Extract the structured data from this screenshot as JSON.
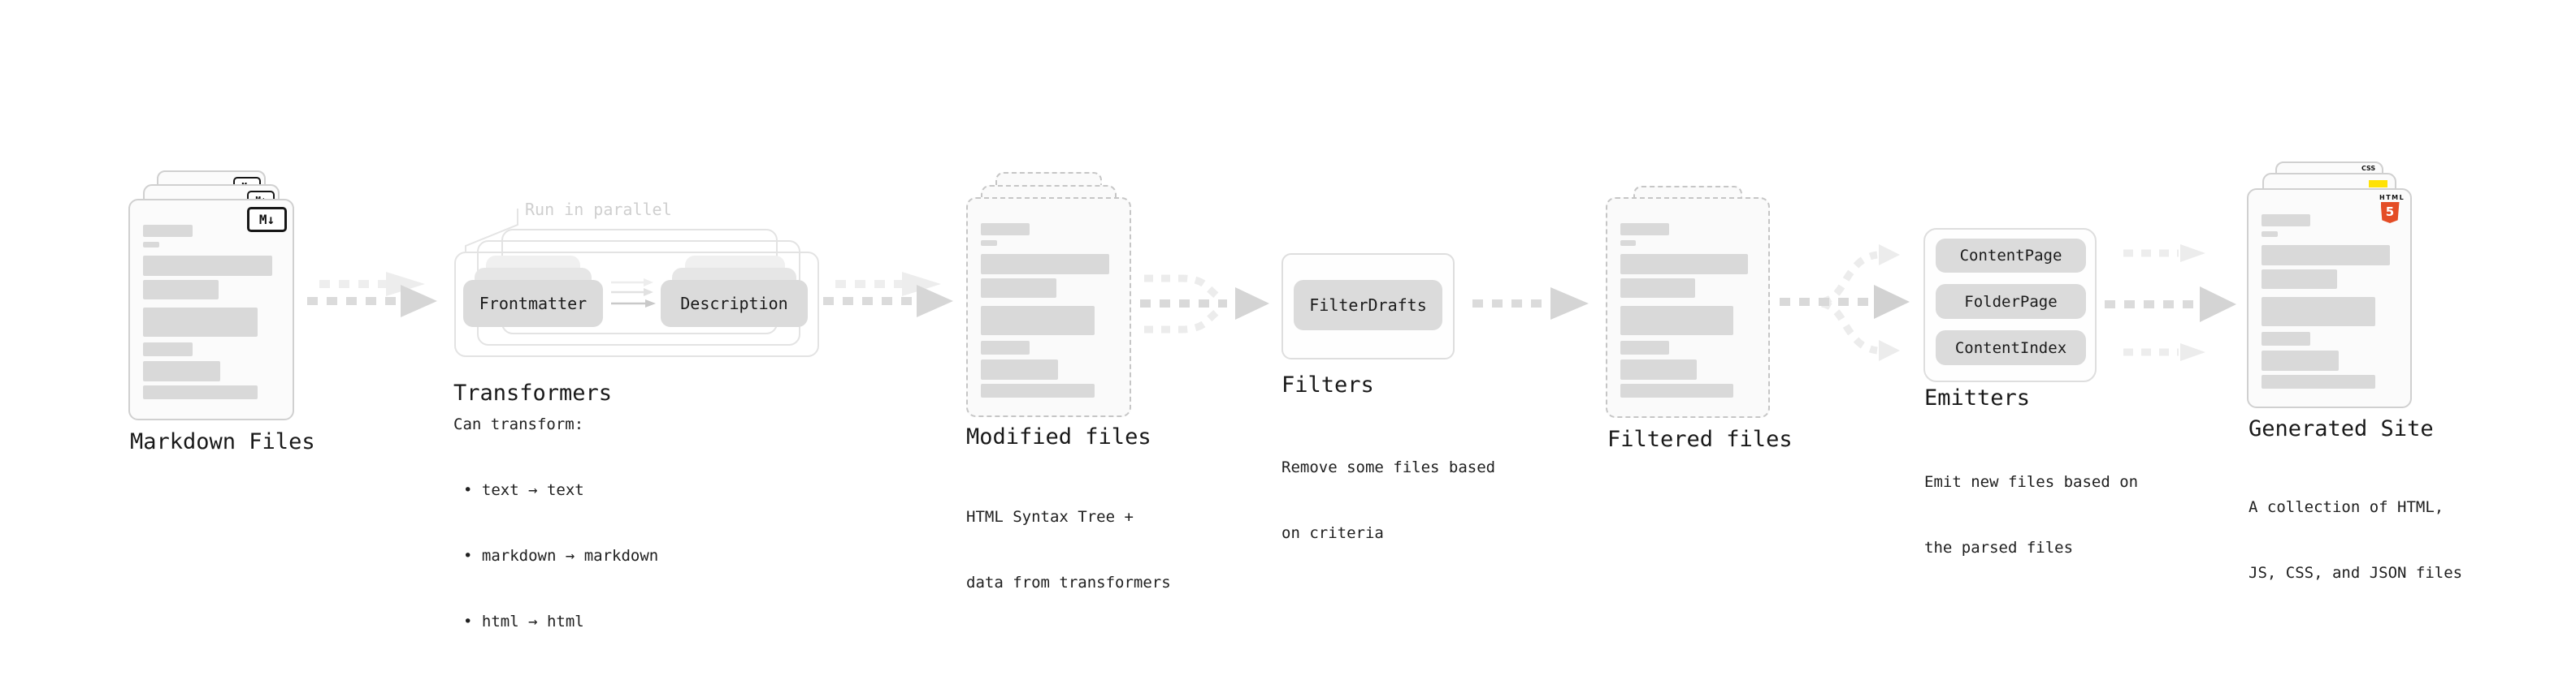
{
  "colors": {
    "html5_orange": "#e44d26",
    "js_yellow": "#ffe205",
    "css_blue": "#2c63e7",
    "skeleton_gray": "#d9d9d9",
    "pill_gray": "#dbdbdb",
    "arrow_gray": "#d6d6d6"
  },
  "markdown_files": {
    "label": "Markdown Files",
    "badge": "M↓"
  },
  "transformers": {
    "label": "Transformers",
    "annotation": "Run in parallel",
    "left_pill": "Frontmatter",
    "right_pill": "Description",
    "desc_intro": "Can transform:",
    "bullets": [
      "• text → text",
      "• markdown → markdown",
      "• html → html"
    ]
  },
  "modified_files": {
    "label": "Modified files",
    "desc_line1": "HTML Syntax Tree +",
    "desc_line2": "data from transformers"
  },
  "filters": {
    "label": "Filters",
    "pill": "FilterDrafts",
    "desc_line1": "Remove some files based",
    "desc_line2": "on criteria"
  },
  "filtered_files": {
    "label": "Filtered files"
  },
  "emitters": {
    "label": "Emitters",
    "pills": [
      "ContentPage",
      "FolderPage",
      "ContentIndex"
    ],
    "desc_line1": "Emit new files based on",
    "desc_line2": "the parsed files"
  },
  "generated_site": {
    "label": "Generated Site",
    "desc_line1": "A collection of HTML,",
    "desc_line2": "JS, CSS, and JSON files",
    "css_badge": "CSS",
    "html_badge_label": "HTML",
    "html_badge_number": "5"
  }
}
